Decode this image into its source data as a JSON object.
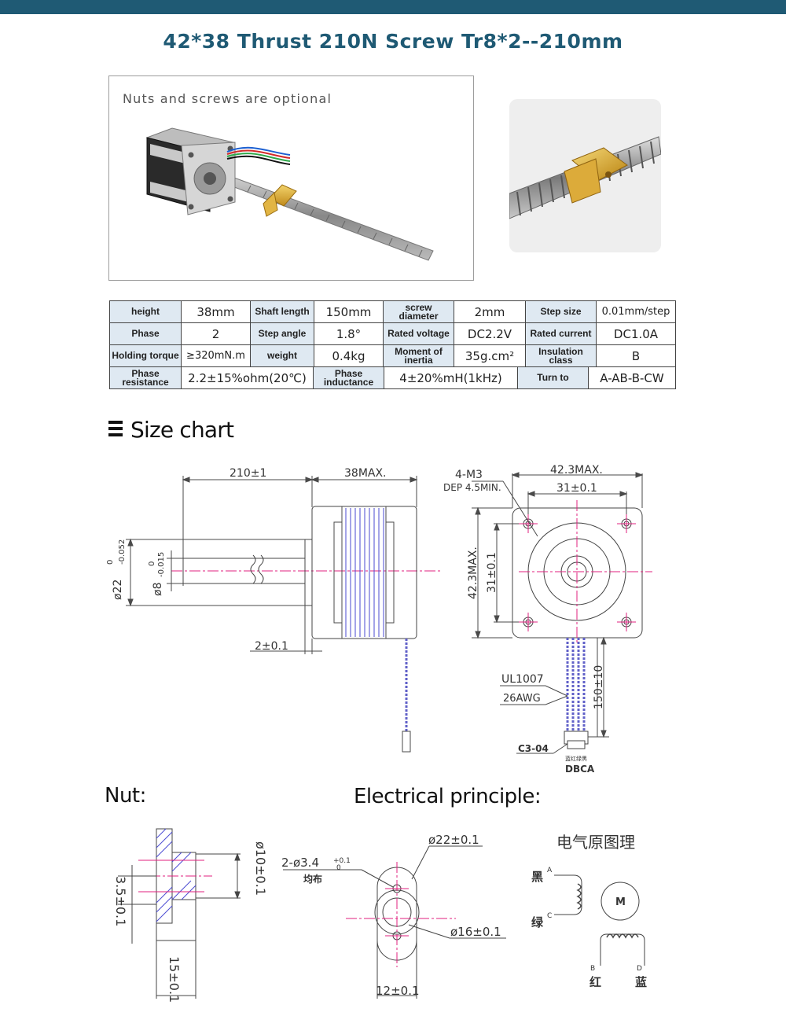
{
  "title": "42*38 Thrust 210N Screw Tr8*2--210mm",
  "photo_note": "Nuts and screws are optional",
  "spec_table": {
    "rows": [
      [
        "height",
        "38mm",
        "Shaft length",
        "150mm",
        "screw diameter",
        "2mm",
        "Step size",
        "0.01mm/step"
      ],
      [
        "Phase",
        "2",
        "Step angle",
        "1.8°",
        "Rated voltage",
        "DC2.2V",
        "Rated current",
        "DC1.0A"
      ],
      [
        "Holding torque",
        "≥320mN.m",
        "weight",
        "0.4kg",
        "Moment of inertia",
        "35g.cm²",
        "Insulation class",
        "B"
      ]
    ],
    "last_row": [
      "Phase resistance",
      "2.2±15%ohm(20℃)",
      "Phase inductance",
      "4±20%mH(1kHz)",
      "Turn to",
      "A-AB-B-CW"
    ]
  },
  "section_title": "Size chart",
  "size_chart": {
    "dim_210": "210±1",
    "dim_38": "38MAX.",
    "dim_22": "ø22",
    "dim_22_tol": "-0.052",
    "dim_22_tol0": "0",
    "dim_8": "ø8",
    "dim_8_tol": "-0.015",
    "dim_8_tol0": "0",
    "dim_2": "2±0.1",
    "m3": "4-M3",
    "dep": "DEP 4.5MIN.",
    "dim_423": "42.3MAX.",
    "dim_31": "31±0.1",
    "dim_423v": "42.3MAX.",
    "dim_31v": "31±0.1",
    "dim_150": "150±10",
    "ul": "UL1007",
    "awg": "26AWG",
    "conn": "C3-04",
    "wire_colors": "蓝红绿黑",
    "dbca": "DBCA"
  },
  "nut_label": "Nut:",
  "electrical_label": "Electrical principle:",
  "nut": {
    "dim_10": "ø10±0.1",
    "dim_35": "3.5±0.1",
    "dim_15": "15±0.1",
    "hole": "2-ø3.4",
    "hole_tol_plus": "+0.1",
    "hole_tol_zero": "0",
    "even": "均布",
    "dim_22": "ø22±0.1",
    "dim_16": "ø16±0.1",
    "dim_12": "12±0.1"
  },
  "elec": {
    "title": "电气原图理",
    "black": "黑",
    "green": "绿",
    "red": "红",
    "blue": "蓝",
    "A": "A",
    "C": "C",
    "B": "B",
    "D": "D",
    "M": "M"
  },
  "colors": {
    "brand": "#1f5a74",
    "table_key_bg": "#dfe9f2",
    "dim_line": "#4a4a4a",
    "magenta": "#e0207f"
  }
}
